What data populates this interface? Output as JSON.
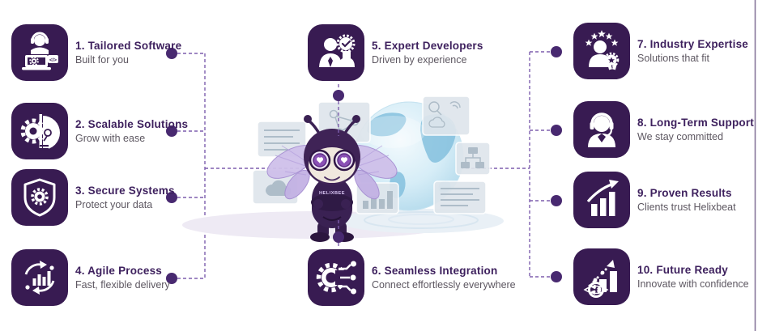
{
  "colors": {
    "primary": "#381b52",
    "heading": "#3e215e",
    "subtitle": "#5d5761",
    "dot": "#482970",
    "line": "#7e5fae",
    "edge-line": "#5f4a7a",
    "globe": "#aed7ea",
    "globe-land": "#7fbedd",
    "wing": "#cfc0ea",
    "card": "#dfe6ec",
    "background": "#ffffff"
  },
  "features": [
    {
      "title": "1. Tailored Software",
      "subtitle": "Built for you",
      "icon": "tailored-software-icon"
    },
    {
      "title": "2. Scalable Solutions",
      "subtitle": "Grow with ease",
      "icon": "scalable-solutions-icon"
    },
    {
      "title": "3. Secure Systems",
      "subtitle": "Protect your data",
      "icon": "secure-systems-icon"
    },
    {
      "title": "4. Agile Process",
      "subtitle": "Fast, flexible delivery",
      "icon": "agile-process-icon"
    },
    {
      "title": "5. Expert Developers",
      "subtitle": "Driven by experience",
      "icon": "expert-developers-icon"
    },
    {
      "title": "6. Seamless Integration",
      "subtitle": "Connect effortlessly everywhere",
      "icon": "seamless-integration-icon"
    },
    {
      "title": "7. Industry Expertise",
      "subtitle": "Solutions that fit",
      "icon": "industry-expertise-icon"
    },
    {
      "title": "8. Long-Term Support",
      "subtitle": "We stay committed",
      "icon": "long-term-support-icon"
    },
    {
      "title": "9. Proven Results",
      "subtitle": "Clients trust Helixbeat",
      "icon": "proven-results-icon"
    },
    {
      "title": "10. Future Ready",
      "subtitle": "Innovate with confidence",
      "icon": "future-ready-icon"
    }
  ],
  "mascot": {
    "chest_label": "HELIXBEE"
  },
  "icon_glyphs": {
    "code_tag": "</>"
  }
}
